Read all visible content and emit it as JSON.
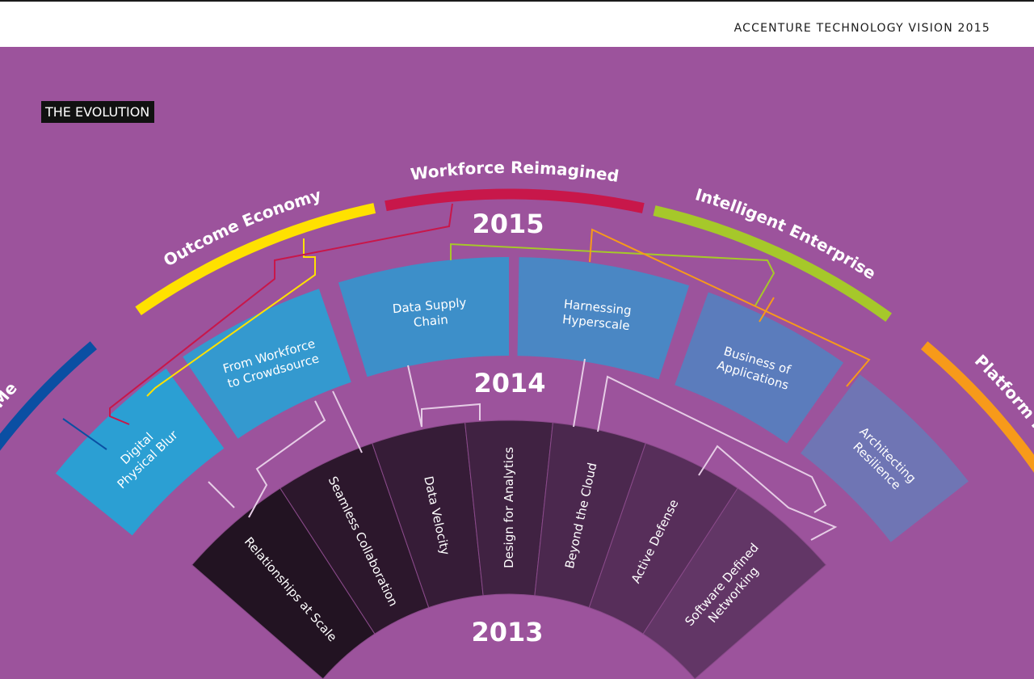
{
  "header": {
    "title": "ACCENTURE TECHNOLOGY VISION 2015"
  },
  "section_label": "THE EVOLUTION",
  "years": {
    "y2015": "2015",
    "y2014": "2014",
    "y2013": "2013"
  },
  "colors": {
    "background": "#9c539c",
    "internet_of_me": "#0a4fa3",
    "outcome_economy": "#ffe100",
    "workforce_reimagined": "#c8174a",
    "intelligent_enterprise": "#a6c82a",
    "platform_revolution": "#f79a1a",
    "connector_light": "#e6cde6"
  },
  "trends_2015": [
    {
      "label": "Internet of Me",
      "color": "#0a4fa3"
    },
    {
      "label": "Outcome Economy",
      "color": "#ffe100"
    },
    {
      "label": "Workforce Reimagined",
      "color": "#c8174a"
    },
    {
      "label": "Intelligent Enterprise",
      "color": "#a6c82a"
    },
    {
      "label": "Platform Revolution",
      "color": "#f79a1a"
    }
  ],
  "trends_2014": [
    {
      "lines": [
        "Digital",
        "Physical Blur"
      ],
      "color": "#2b9fd3"
    },
    {
      "lines": [
        "From Workforce",
        "to Crowdsource"
      ],
      "color": "#3499cf"
    },
    {
      "lines": [
        "Data Supply",
        "Chain"
      ],
      "color": "#3d8fc9"
    },
    {
      "lines": [
        "Harnessing",
        "Hyperscale"
      ],
      "color": "#4a87c4"
    },
    {
      "lines": [
        "Business of",
        "Applications"
      ],
      "color": "#5b7cbc"
    },
    {
      "lines": [
        "Architecting",
        "Resilience"
      ],
      "color": "#6f75b4"
    }
  ],
  "trends_2013": [
    {
      "lines": [
        "Relationships at Scale"
      ],
      "color": "#221322"
    },
    {
      "lines": [
        "Seamless Collaboration"
      ],
      "color": "#2c172c"
    },
    {
      "lines": [
        "Data Velocity"
      ],
      "color": "#361c37"
    },
    {
      "lines": [
        "Design for Analytics"
      ],
      "color": "#402242"
    },
    {
      "lines": [
        "Beyond the Cloud"
      ],
      "color": "#4b284e"
    },
    {
      "lines": [
        "Active Defense"
      ],
      "color": "#572e5a"
    },
    {
      "lines": [
        "Software Defined",
        "Networking"
      ],
      "color": "#623666"
    }
  ]
}
